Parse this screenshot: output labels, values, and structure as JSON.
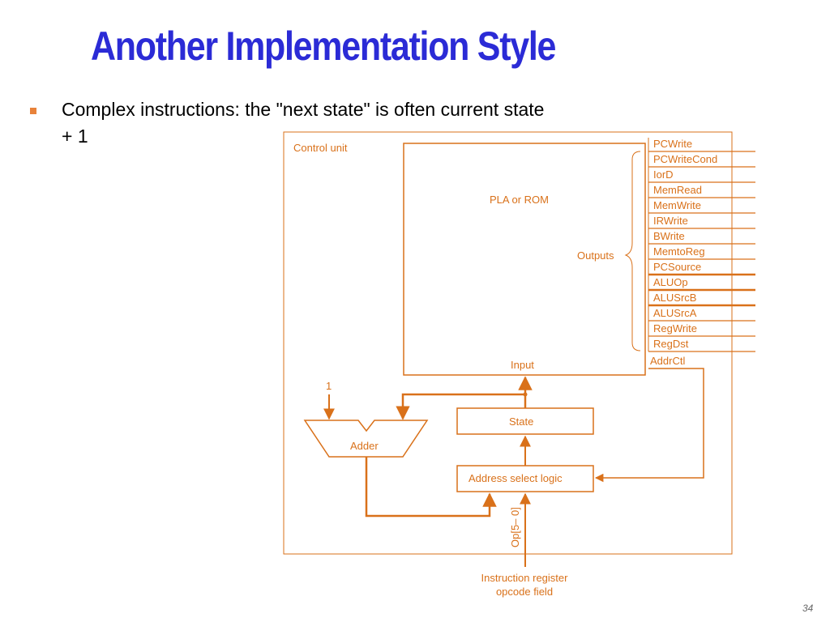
{
  "slide": {
    "title": "Another Implementation Style",
    "bullet": "Complex instructions:  the \"next state\" is often current state + 1",
    "page_number": "34"
  },
  "diagram": {
    "control_unit_label": "Control unit",
    "pla_label": "PLA or ROM",
    "outputs_label": "Outputs",
    "input_label": "Input",
    "state_label": "State",
    "address_select_label": "Address select logic",
    "adder_label": "Adder",
    "constant_one": "1",
    "opcode_label": "Op[5– 0]",
    "instr_reg_line1": "Instruction register",
    "instr_reg_line2": "opcode field",
    "addrctl_label": "AddrCtl",
    "signals": [
      "PCWrite",
      "PCWriteCond",
      "IorD",
      "MemRead",
      "MemWrite",
      "IRWrite",
      "BWrite",
      "MemtoReg",
      "PCSource",
      "ALUOp",
      "ALUSrcB",
      "ALUSrcA",
      "RegWrite",
      "RegDst"
    ],
    "colors": {
      "accent": "#d9711a",
      "title": "#2b2bd6"
    }
  }
}
